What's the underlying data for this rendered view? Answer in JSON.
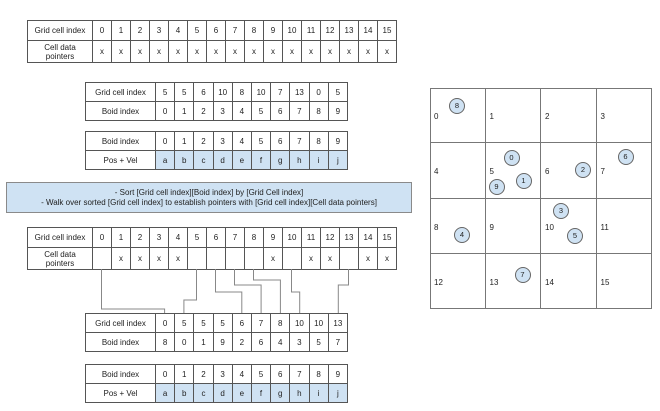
{
  "title": "Uniform grid neighbor search with boid sorting",
  "colors": {
    "highlight": "#cfe2f3",
    "border": "#555555"
  },
  "table_cells_initial": {
    "row_labels": [
      "Grid cell index",
      "Cell data pointers"
    ],
    "grid_cell_index": [
      "0",
      "1",
      "2",
      "3",
      "4",
      "5",
      "6",
      "7",
      "8",
      "9",
      "10",
      "11",
      "12",
      "13",
      "14",
      "15"
    ],
    "cell_data_pointers": [
      "x",
      "x",
      "x",
      "x",
      "x",
      "x",
      "x",
      "x",
      "x",
      "x",
      "x",
      "x",
      "x",
      "x",
      "x",
      "x"
    ]
  },
  "table_grid_boid_unsorted": {
    "row_labels": [
      "Grid cell index",
      "Boid index"
    ],
    "grid_cell_index": [
      "5",
      "5",
      "6",
      "10",
      "8",
      "10",
      "7",
      "13",
      "0",
      "5"
    ],
    "boid_index": [
      "0",
      "1",
      "2",
      "3",
      "4",
      "5",
      "6",
      "7",
      "8",
      "9"
    ]
  },
  "table_boid_posvel_1": {
    "row_labels": [
      "Boid index",
      "Pos + Vel"
    ],
    "boid_index": [
      "0",
      "1",
      "2",
      "3",
      "4",
      "5",
      "6",
      "7",
      "8",
      "9"
    ],
    "pos_vel": [
      "a",
      "b",
      "c",
      "d",
      "e",
      "f",
      "g",
      "h",
      "i",
      "j"
    ]
  },
  "banner": {
    "lines": [
      "-     Sort [Grid cell index][Boid index] by [Grid Cell index]",
      "-     Walk over sorted [Grid cell index] to establish pointers with [Grid cell index][Cell data pointers]"
    ]
  },
  "table_cells_final": {
    "row_labels": [
      "Grid cell index",
      "Cell data pointers"
    ],
    "grid_cell_index": [
      "0",
      "1",
      "2",
      "3",
      "4",
      "5",
      "6",
      "7",
      "8",
      "9",
      "10",
      "11",
      "12",
      "13",
      "14",
      "15"
    ],
    "cell_data_pointers": [
      "",
      "x",
      "x",
      "x",
      "x",
      "",
      "",
      "",
      "",
      "x",
      "",
      "x",
      "x",
      "",
      "x",
      "x"
    ]
  },
  "table_grid_boid_sorted": {
    "row_labels": [
      "Grid cell index",
      "Boid index"
    ],
    "grid_cell_index": [
      "0",
      "5",
      "5",
      "5",
      "6",
      "7",
      "8",
      "10",
      "10",
      "13"
    ],
    "boid_index": [
      "8",
      "0",
      "1",
      "9",
      "2",
      "6",
      "4",
      "3",
      "5",
      "7"
    ]
  },
  "table_boid_posvel_2": {
    "row_labels": [
      "Boid index",
      "Pos + Vel"
    ],
    "boid_index": [
      "0",
      "1",
      "2",
      "3",
      "4",
      "5",
      "6",
      "7",
      "8",
      "9"
    ],
    "pos_vel": [
      "a",
      "b",
      "c",
      "d",
      "e",
      "f",
      "g",
      "h",
      "i",
      "j"
    ]
  },
  "connectors": [
    {
      "from_cell": 0,
      "to_entry": 0
    },
    {
      "from_cell": 5,
      "to_entry": 1
    },
    {
      "from_cell": 6,
      "to_entry": 4
    },
    {
      "from_cell": 7,
      "to_entry": 5
    },
    {
      "from_cell": 8,
      "to_entry": 6
    },
    {
      "from_cell": 10,
      "to_entry": 7
    },
    {
      "from_cell": 13,
      "to_entry": 9
    }
  ],
  "grid": {
    "rows": 4,
    "cols": 4,
    "cell_labels": [
      "0",
      "1",
      "2",
      "3",
      "4",
      "5",
      "6",
      "7",
      "8",
      "9",
      "10",
      "11",
      "12",
      "13",
      "14",
      "15"
    ],
    "boids": [
      {
        "id": "8",
        "cell": 0
      },
      {
        "id": "0",
        "cell": 5
      },
      {
        "id": "9",
        "cell": 5
      },
      {
        "id": "1",
        "cell": 5
      },
      {
        "id": "2",
        "cell": 6
      },
      {
        "id": "6",
        "cell": 7
      },
      {
        "id": "4",
        "cell": 8
      },
      {
        "id": "3",
        "cell": 10
      },
      {
        "id": "5",
        "cell": 10
      },
      {
        "id": "7",
        "cell": 13
      }
    ]
  }
}
